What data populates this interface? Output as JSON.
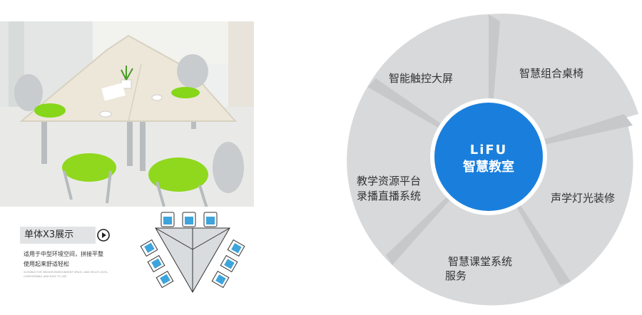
{
  "photo": {
    "label": "triangle table with three green chairs"
  },
  "caption": {
    "title": "单体X3展示",
    "line1": "适用于中型环境空间，拼接平整",
    "line2": "使用起来舒适轻松",
    "english": "SUITABLE FOR MEDIUM ENVIRONMENT SPACE, AND SPLICE LEVEL, COMFORTABLE AND EASY TO USE"
  },
  "wheel": {
    "logo": "LiFU",
    "center_title": "智慧教室",
    "segments": [
      {
        "lines": [
          "智能触控大屏"
        ]
      },
      {
        "lines": [
          "智慧组合桌椅"
        ]
      },
      {
        "lines": [
          "声学灯光装修"
        ]
      },
      {
        "lines": [
          "智慧课堂系统",
          "服务"
        ]
      },
      {
        "lines": [
          "教学资源平台",
          "录播直播系统"
        ]
      }
    ]
  },
  "colors": {
    "segment": "#d8d9db",
    "segment_dark": "#c7c8ca",
    "center": "#1a7fdc",
    "chair_green": "#8fd81e",
    "diagram_blue": "#3da4dc"
  }
}
